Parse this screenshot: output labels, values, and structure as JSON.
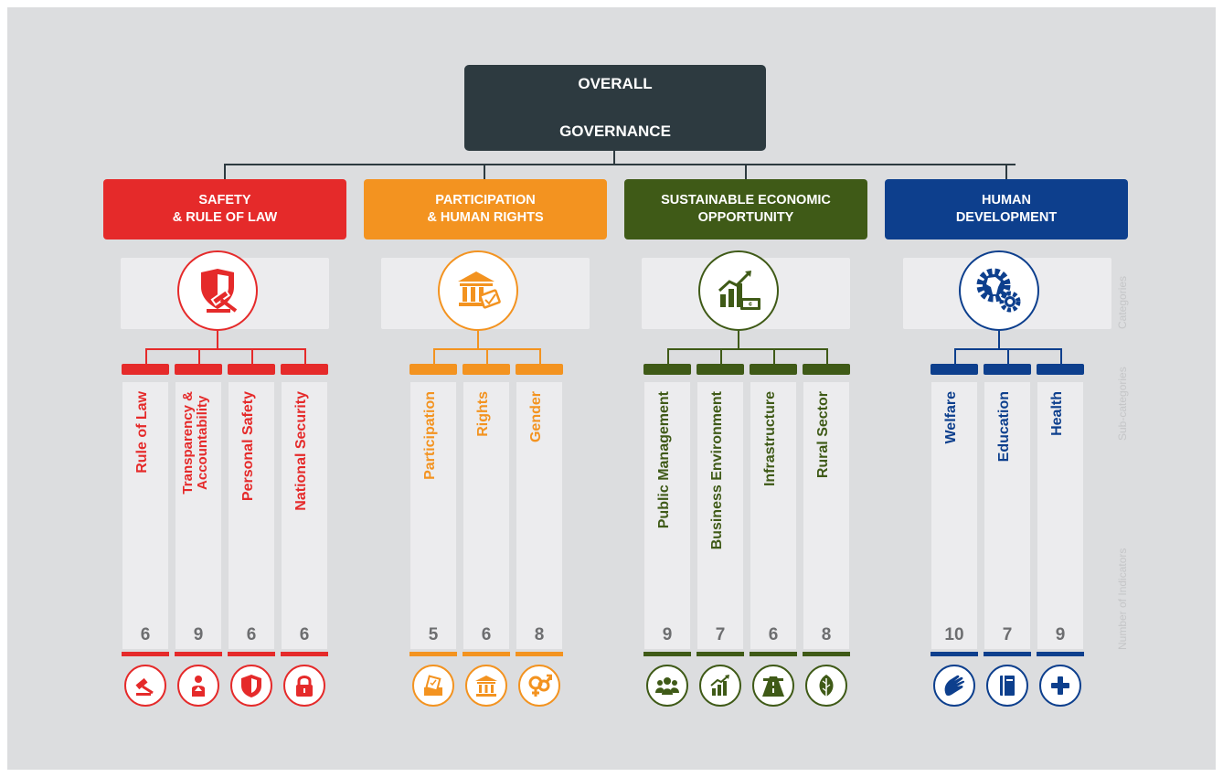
{
  "root": {
    "line1": "OVERALL",
    "line2": "GOVERNANCE",
    "color": "#2d3a40"
  },
  "side_labels": {
    "categories": "Categories",
    "subcategories": "Sub-categories",
    "indicators": "Number of Indicators"
  },
  "categories": [
    {
      "line1": "SAFETY",
      "line2": "& RULE OF LAW",
      "color": "#e52a2a",
      "icon": "gavel-shield-icon",
      "subs": [
        {
          "label": "Rule of Law",
          "count": "6",
          "icon": "gavel-icon"
        },
        {
          "label": "Transparency &\nAccountability",
          "count": "9",
          "icon": "person-up-icon"
        },
        {
          "label": "Personal Safety",
          "count": "6",
          "icon": "shield-icon"
        },
        {
          "label": "National Security",
          "count": "6",
          "icon": "padlock-icon"
        }
      ]
    },
    {
      "line1": "PARTICIPATION",
      "line2": "& HUMAN RIGHTS",
      "color": "#f39320",
      "icon": "courthouse-ballot-icon",
      "subs": [
        {
          "label": "Participation",
          "count": "5",
          "icon": "ballot-icon"
        },
        {
          "label": "Rights",
          "count": "6",
          "icon": "courthouse-icon"
        },
        {
          "label": "Gender",
          "count": "8",
          "icon": "gender-icon"
        }
      ]
    },
    {
      "line1": "SUSTAINABLE ECONOMIC",
      "line2": "OPPORTUNITY",
      "color": "#3f5a17",
      "icon": "growth-chart-money-icon",
      "subs": [
        {
          "label": "Public Management",
          "count": "9",
          "icon": "people-group-icon"
        },
        {
          "label": "Business Environment",
          "count": "7",
          "icon": "growth-chart-icon"
        },
        {
          "label": "Infrastructure",
          "count": "6",
          "icon": "road-icon"
        },
        {
          "label": "Rural Sector",
          "count": "8",
          "icon": "leaf-icon"
        }
      ]
    },
    {
      "line1": "HUMAN",
      "line2": "DEVELOPMENT",
      "color": "#0d3f8d",
      "icon": "africa-gears-icon",
      "subs": [
        {
          "label": "Welfare",
          "count": "10",
          "icon": "hand-icon"
        },
        {
          "label": "Education",
          "count": "7",
          "icon": "book-icon"
        },
        {
          "label": "Health",
          "count": "9",
          "icon": "medical-cross-icon"
        }
      ]
    }
  ]
}
